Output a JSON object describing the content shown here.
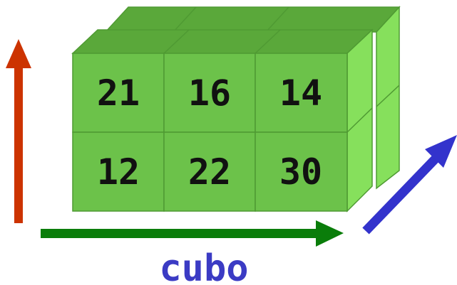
{
  "cube": {
    "front_rows": [
      [
        "21",
        "16",
        "14"
      ],
      [
        "12",
        "22",
        "30"
      ]
    ],
    "face_color": "#6cc24a",
    "top_color": "#5aa83a",
    "side_color": "#86e05c",
    "edge_color": "#4f9a33"
  },
  "arrows": {
    "vertical_color": "#cc3300",
    "horizontal_color": "#0a7d0a",
    "depth_color": "#3333cc"
  },
  "caption": {
    "text": "cubo",
    "color": "#3b3bc4"
  }
}
